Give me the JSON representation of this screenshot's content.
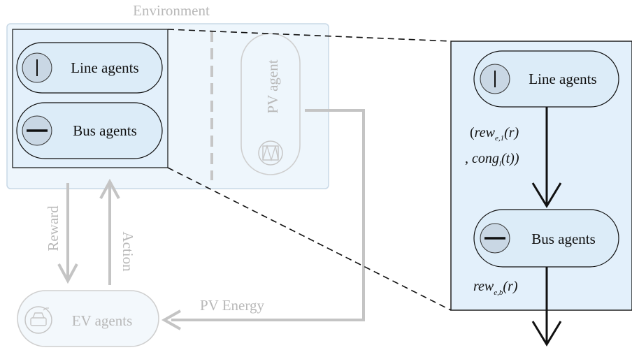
{
  "environment": {
    "title": "Environment"
  },
  "left_panel": {
    "line_agents": "Line agents",
    "bus_agents": "Bus agents"
  },
  "pv_agent": {
    "label": "PV agent"
  },
  "ev_agents": {
    "label": "EV agents"
  },
  "arrows": {
    "reward": "Reward",
    "action": "Action",
    "pv_energy": "PV Energy"
  },
  "zoom_panel": {
    "line_agents": "Line agents",
    "bus_agents": "Bus agents",
    "msg_line_1_open": "(",
    "msg_line_1_rew": "rew",
    "msg_line_1_sub": "e,1",
    "msg_line_1_close": "(r)",
    "msg_line_2_comma": ", ",
    "msg_line_2_cong": "cong",
    "msg_line_2_sub": "l",
    "msg_line_2_close": "(t))",
    "msg_bus_rew": "rew",
    "msg_bus_sub": "e,b",
    "msg_bus_close": "(r)"
  },
  "colors": {
    "env_fill": "#eef6fc",
    "env_stroke": "#c8d8e6",
    "pill_fill": "#dcecf8",
    "icon_fill": "#c9d7e4",
    "faded": "#bdbdbd",
    "dark": "#111111"
  }
}
